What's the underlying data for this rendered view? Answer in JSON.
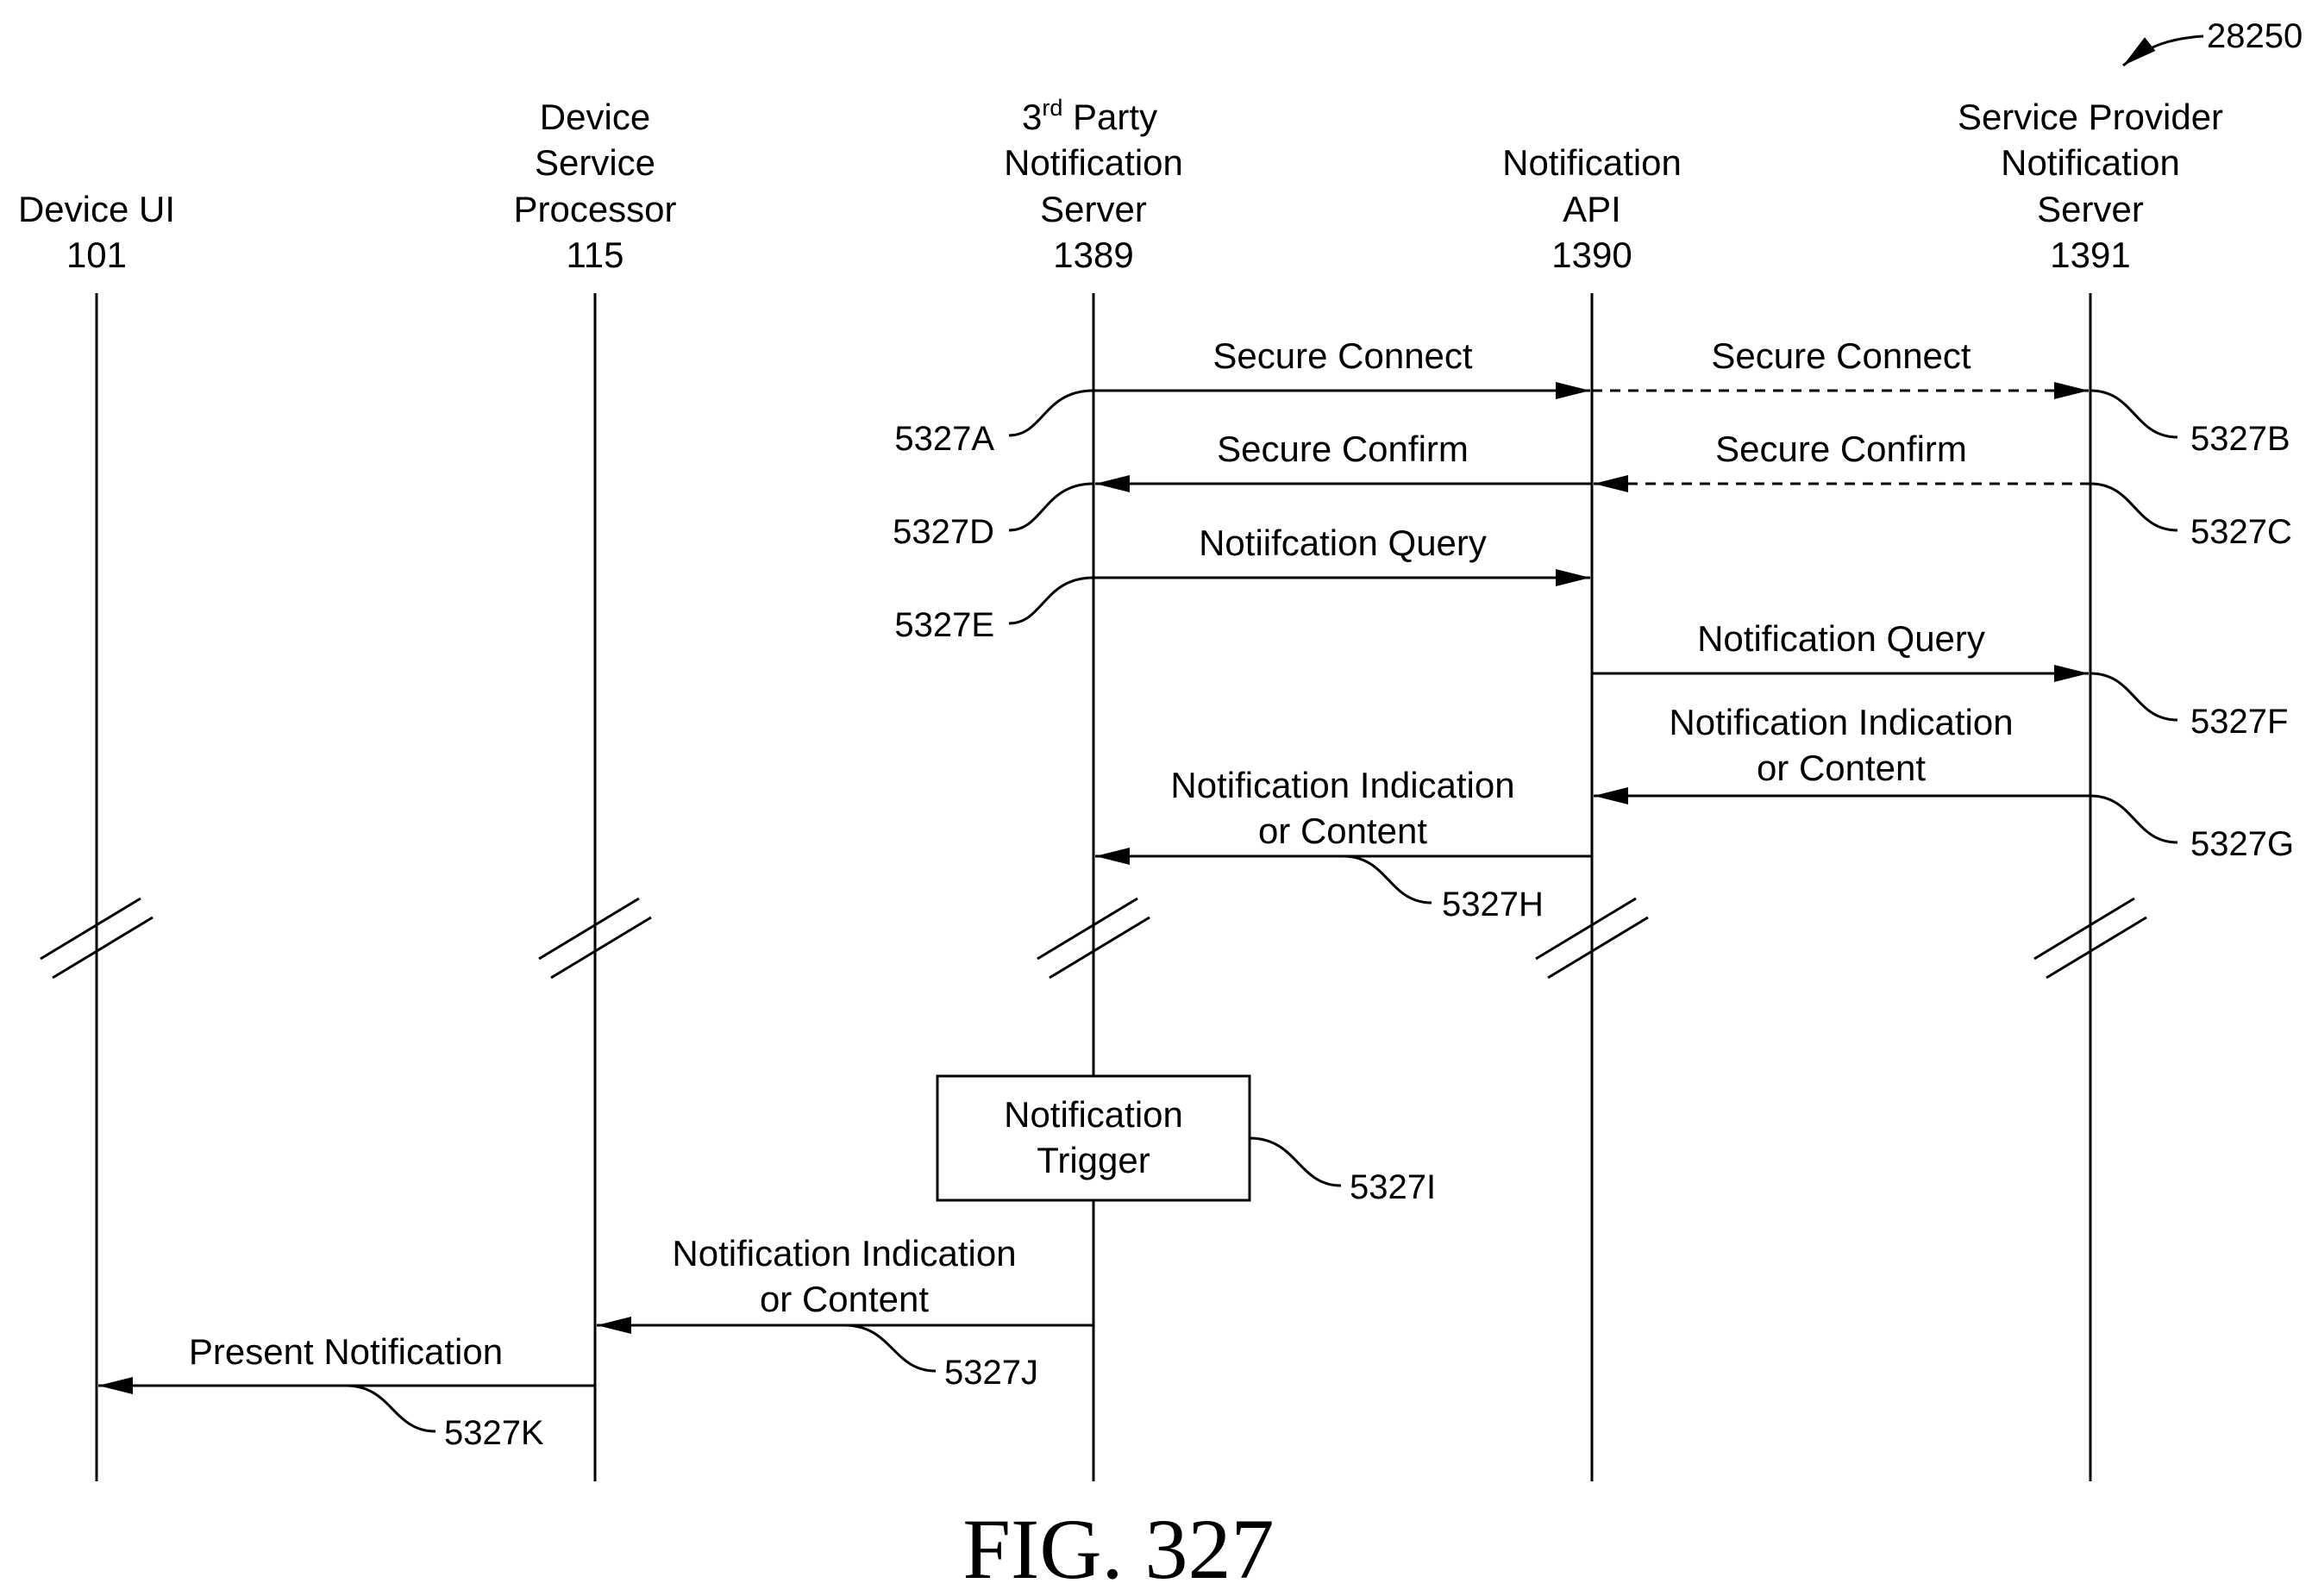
{
  "diagram_ref": "28250",
  "figure_caption": "FIG. 327",
  "lifelines": [
    {
      "lines": [
        "Device UI",
        "101"
      ]
    },
    {
      "lines": [
        "Device",
        "Service",
        "Processor",
        "115"
      ]
    },
    {
      "lines": [
        "3rd Party",
        "Notification",
        "Server",
        "1389"
      ]
    },
    {
      "lines": [
        "Notification",
        "API",
        "1390"
      ]
    },
    {
      "lines": [
        "Service Provider",
        "Notification",
        "Server",
        "1391"
      ]
    }
  ],
  "third_party_sup": "rd",
  "messages": [
    {
      "label": "Secure Connect",
      "ref": "5327A"
    },
    {
      "label": "Secure Connect",
      "ref": "5327B"
    },
    {
      "label": "Secure Confirm",
      "ref": "5327C"
    },
    {
      "label": "Secure Confirm",
      "ref": "5327D"
    },
    {
      "label": "Notiifcation Query",
      "ref": "5327E"
    },
    {
      "label": "Notification Query",
      "ref": "5327F"
    },
    {
      "label": [
        "Notification Indication",
        "or Content"
      ],
      "ref": "5327G"
    },
    {
      "label": [
        "Notification Indication",
        "or Content"
      ],
      "ref": "5327H"
    },
    {
      "label": [
        "Notification Indication",
        "or Content"
      ],
      "ref": "5327J"
    },
    {
      "label": "Present Notification",
      "ref": "5327K"
    }
  ],
  "trigger_box": {
    "lines": [
      "Notification",
      "Trigger"
    ],
    "ref": "5327I"
  }
}
